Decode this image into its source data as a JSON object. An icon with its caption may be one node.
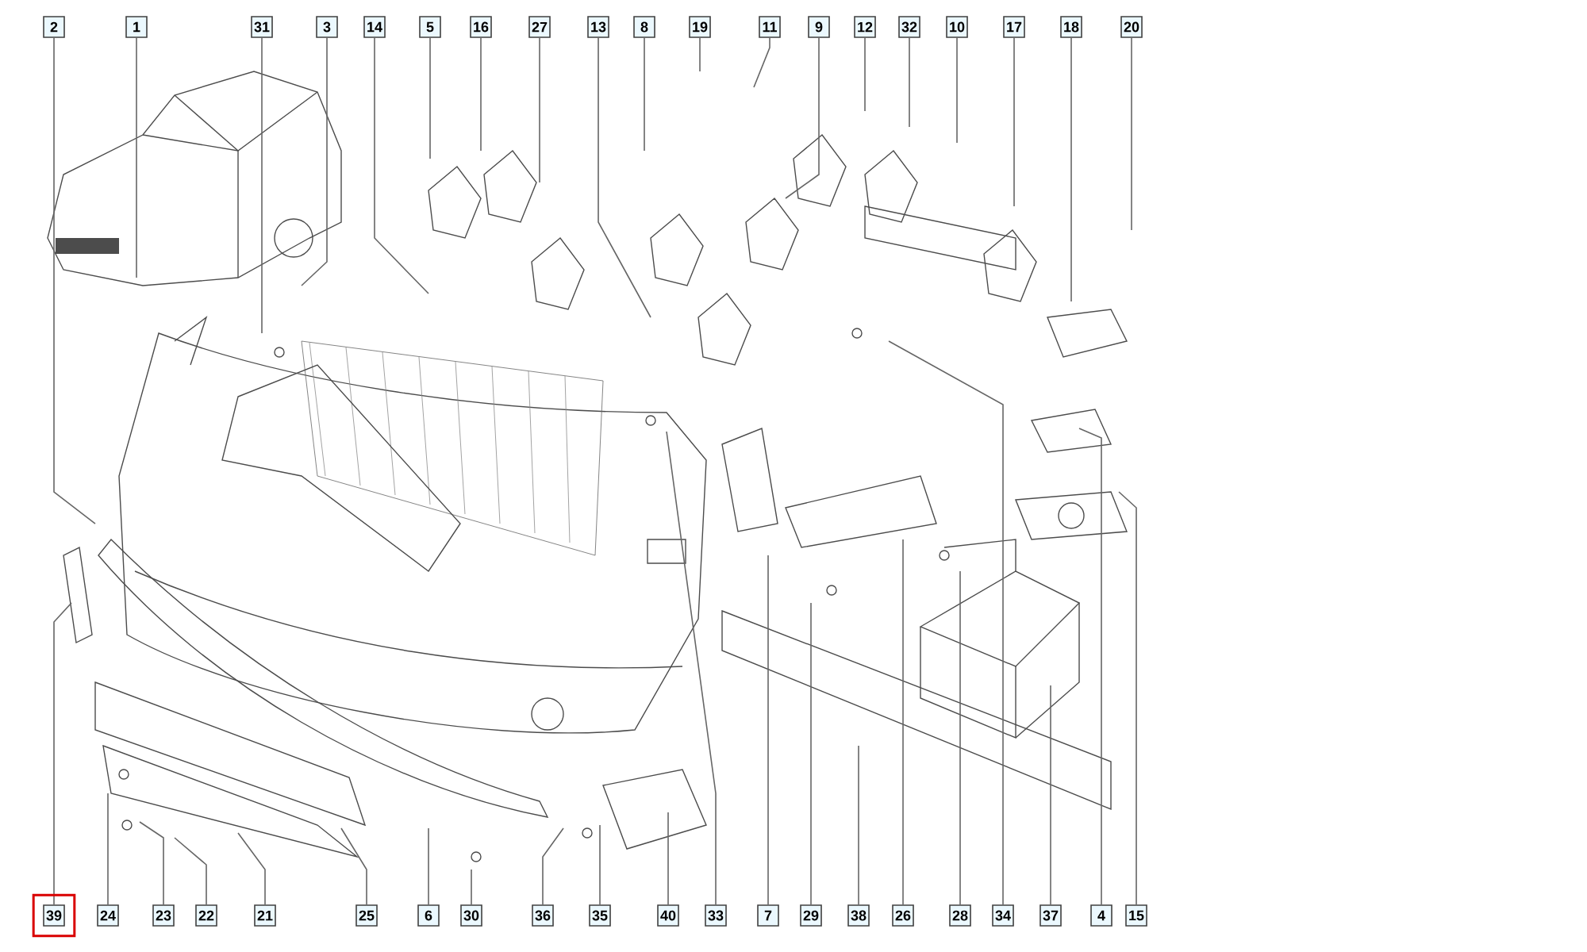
{
  "diagram": {
    "nodes": [
      {
        "text": [
          "2"
        ]
      },
      {
        "text": [
          "1"
        ]
      },
      {
        "text": [
          "31"
        ]
      },
      {
        "text": [
          "3"
        ]
      },
      {
        "text": [
          "14"
        ]
      },
      {
        "text": [
          "5"
        ]
      },
      {
        "text": [
          "16"
        ]
      },
      {
        "text": [
          "27"
        ]
      },
      {
        "text": [
          "13"
        ]
      },
      {
        "text": [
          "8"
        ]
      },
      {
        "text": [
          "19"
        ]
      },
      {
        "text": [
          "11"
        ]
      },
      {
        "text": [
          "9"
        ]
      },
      {
        "text": [
          "12"
        ]
      },
      {
        "text": [
          "32"
        ]
      },
      {
        "text": [
          "10"
        ]
      },
      {
        "text": [
          "17"
        ]
      },
      {
        "text": [
          "18"
        ]
      },
      {
        "text": [
          "20"
        ]
      },
      {
        "text": [
          "39"
        ]
      },
      {
        "text": [
          "24"
        ]
      },
      {
        "text": [
          "23"
        ]
      },
      {
        "text": [
          "22"
        ]
      },
      {
        "text": [
          "21"
        ]
      },
      {
        "text": [
          "25"
        ]
      },
      {
        "text": [
          "6"
        ]
      },
      {
        "text": [
          "30"
        ]
      },
      {
        "text": [
          "36"
        ]
      },
      {
        "text": [
          "35"
        ]
      },
      {
        "text": [
          "40"
        ]
      },
      {
        "text": [
          "33"
        ]
      },
      {
        "text": [
          "7"
        ]
      },
      {
        "text": [
          "29"
        ]
      },
      {
        "text": [
          "38"
        ]
      },
      {
        "text": [
          "26"
        ]
      },
      {
        "text": [
          "28"
        ]
      },
      {
        "text": [
          "34"
        ]
      },
      {
        "text": [
          "37"
        ]
      },
      {
        "text": [
          "4"
        ]
      },
      {
        "text": [
          "15"
        ]
      }
    ],
    "edges": [
      {
        "from": 0,
        "to": null,
        "arrow": "none"
      },
      {
        "from": 1,
        "to": null,
        "arrow": "none"
      },
      {
        "from": 2,
        "to": null,
        "arrow": "none"
      },
      {
        "from": 3,
        "to": null,
        "arrow": "none"
      },
      {
        "from": 4,
        "to": null,
        "arrow": "none"
      },
      {
        "from": 5,
        "to": null,
        "arrow": "none"
      },
      {
        "from": 6,
        "to": null,
        "arrow": "none"
      },
      {
        "from": 7,
        "to": null,
        "arrow": "none"
      },
      {
        "from": 8,
        "to": null,
        "arrow": "none"
      },
      {
        "from": 9,
        "to": null,
        "arrow": "none"
      },
      {
        "from": 10,
        "to": null,
        "arrow": "none"
      },
      {
        "from": 11,
        "to": null,
        "arrow": "none"
      },
      {
        "from": 12,
        "to": null,
        "arrow": "none"
      },
      {
        "from": 13,
        "to": null,
        "arrow": "none"
      },
      {
        "from": 14,
        "to": null,
        "arrow": "none"
      },
      {
        "from": 15,
        "to": null,
        "arrow": "none"
      },
      {
        "from": 16,
        "to": null,
        "arrow": "none"
      },
      {
        "from": 17,
        "to": null,
        "arrow": "none"
      },
      {
        "from": 18,
        "to": null,
        "arrow": "none"
      },
      {
        "from": 19,
        "to": null,
        "arrow": "none"
      },
      {
        "from": 20,
        "to": null,
        "arrow": "none"
      },
      {
        "from": 21,
        "to": null,
        "arrow": "none"
      },
      {
        "from": 22,
        "to": null,
        "arrow": "none"
      },
      {
        "from": 23,
        "to": null,
        "arrow": "none"
      },
      {
        "from": 24,
        "to": null,
        "arrow": "none"
      },
      {
        "from": 25,
        "to": null,
        "arrow": "none"
      },
      {
        "from": 26,
        "to": null,
        "arrow": "none"
      },
      {
        "from": 27,
        "to": null,
        "arrow": "none"
      },
      {
        "from": 28,
        "to": null,
        "arrow": "none"
      },
      {
        "from": 29,
        "to": null,
        "arrow": "none"
      },
      {
        "from": 30,
        "to": null,
        "arrow": "none"
      },
      {
        "from": 31,
        "to": null,
        "arrow": "none"
      },
      {
        "from": 32,
        "to": null,
        "arrow": "none"
      },
      {
        "from": 33,
        "to": null,
        "arrow": "none"
      },
      {
        "from": 34,
        "to": null,
        "arrow": "none"
      },
      {
        "from": 35,
        "to": null,
        "arrow": "none"
      },
      {
        "from": 36,
        "to": null,
        "arrow": "none"
      },
      {
        "from": 37,
        "to": null,
        "arrow": "none"
      },
      {
        "from": 38,
        "to": null,
        "arrow": "none"
      },
      {
        "from": 39,
        "to": null,
        "arrow": "none"
      }
    ]
  }
}
